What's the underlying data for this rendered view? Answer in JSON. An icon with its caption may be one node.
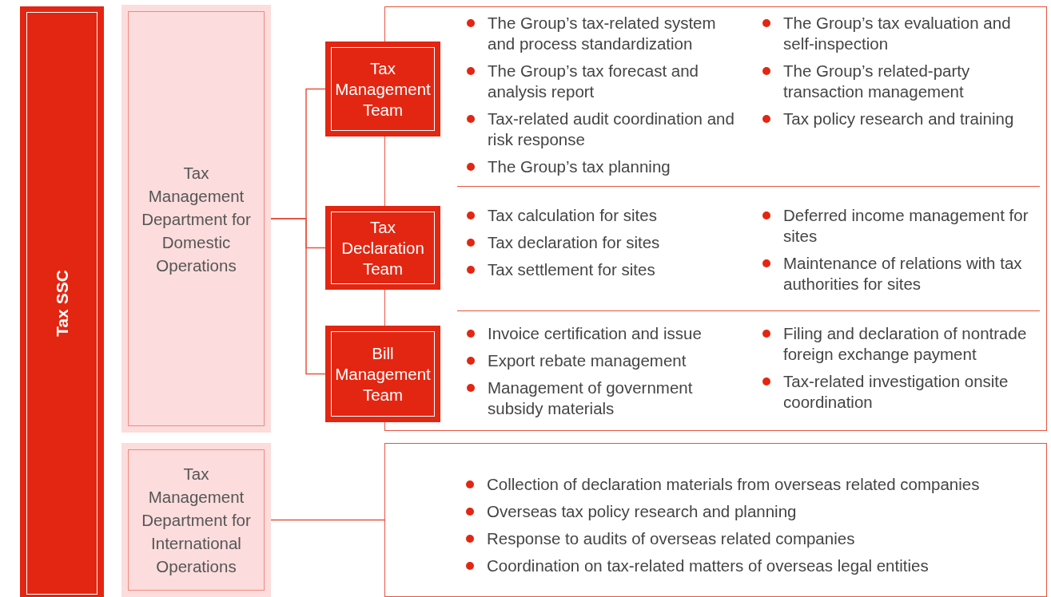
{
  "diagram": {
    "nodes": [
      {
        "text": [
          "Tax SSC"
        ]
      },
      {
        "text": [
          "Tax Management Department for Domestic Operations"
        ]
      },
      {
        "text": [
          "Tax Management Team"
        ]
      },
      {
        "text": [
          "Tax Declaration Team"
        ]
      },
      {
        "text": [
          "Bill Management Team"
        ]
      },
      {
        "text": [],
        "shape": "box"
      },
      {
        "text": [
          "The Group’s tax-related system and process standardization",
          "The Group’s tax forecast and analysis report",
          "Tax-related audit coordination and risk response",
          "The Group’s tax planning",
          "The Group’s tax evaluation and self-inspection",
          "The Group’s related-party transaction management",
          "Tax policy research and training"
        ],
        "in": 5
      },
      {
        "text": [
          "Tax calculation for sites",
          "Tax declaration for sites",
          "Tax settlement for sites",
          "Deferred income management for sites",
          "Maintenance of relations with tax authorities for sites"
        ],
        "in": 5
      },
      {
        "text": [
          "Invoice certification and issue",
          "Export rebate management",
          "Management of government subsidy materials",
          "Filing and declaration of nontrade foreign exchange payment",
          "Tax-related investigation onsite coordination"
        ],
        "in": 5
      },
      {
        "text": [
          "Tax Management Department for International Operations"
        ]
      },
      {
        "text": [
          "Collection of declaration materials from overseas related companies",
          "Overseas tax policy research and planning",
          "Response to audits of overseas related companies",
          "Coordination on tax-related matters of overseas legal entities"
        ]
      }
    ],
    "edges": [
      {
        "from": 1,
        "to": 2,
        "arrow": "none"
      },
      {
        "from": 1,
        "to": 3,
        "arrow": "none"
      },
      {
        "from": 1,
        "to": 4,
        "arrow": "none"
      },
      {
        "from": 9,
        "to": 10,
        "arrow": "none"
      }
    ]
  }
}
